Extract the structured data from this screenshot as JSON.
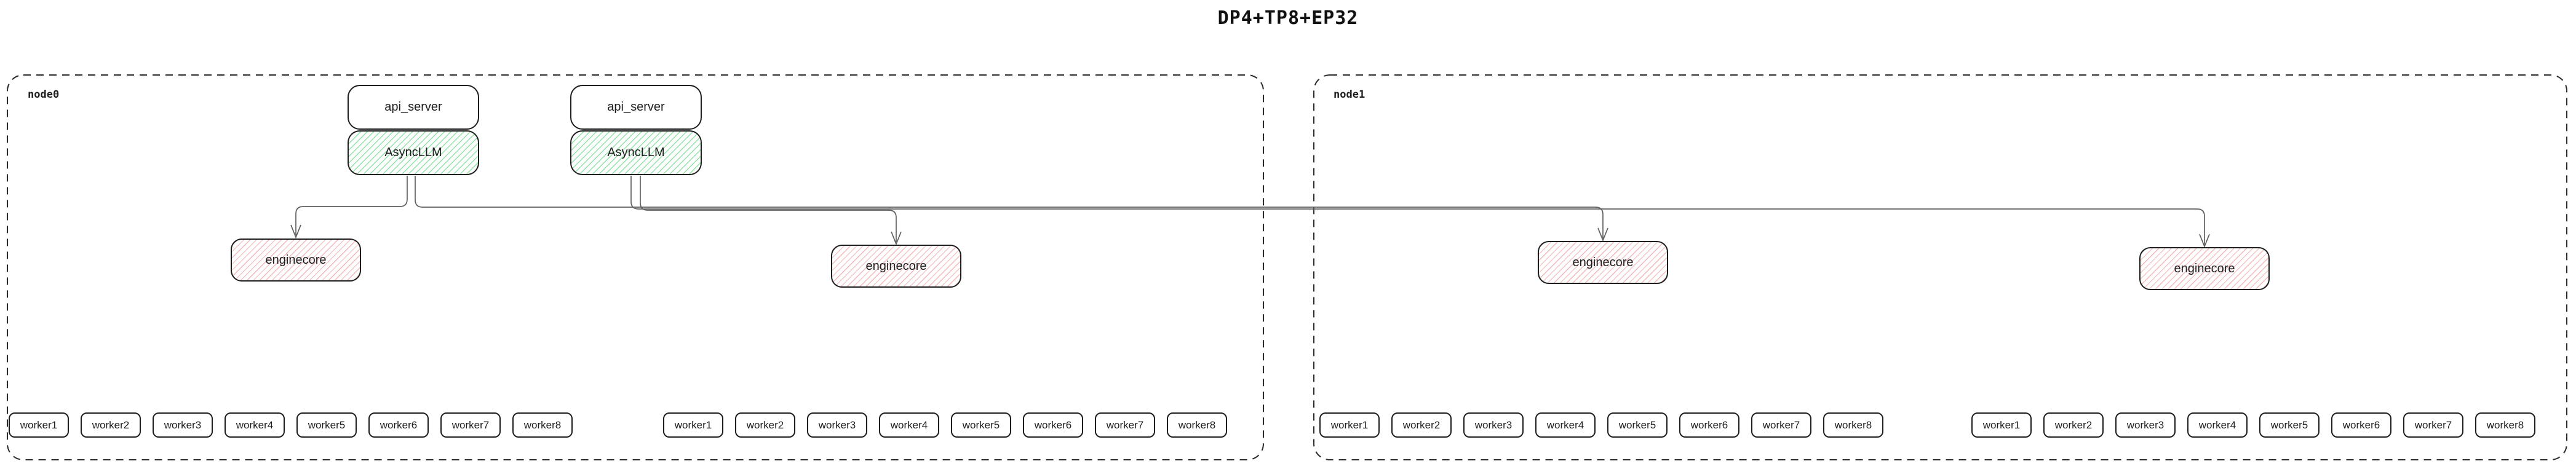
{
  "title": "DP4+TP8+EP32",
  "diagram_type": "distributed-llm-architecture",
  "colors": {
    "background": "#ffffff",
    "box_stroke": "#1e1e1e",
    "node_frame_stroke": "#2a2a2a",
    "connector": "#606060",
    "asyncllm_hatch": "#8fe3a4",
    "enginecore_hatch": "#f5b6b6"
  },
  "nodes": [
    {
      "label": "node0",
      "stacks": [
        {
          "api_server": "api_server",
          "async_llm": "AsyncLLM"
        },
        {
          "api_server": "api_server",
          "async_llm": "AsyncLLM"
        }
      ],
      "enginecores": [
        "enginecore",
        "enginecore"
      ],
      "worker_groups": [
        [
          "worker1",
          "worker2",
          "worker3",
          "worker4",
          "worker5",
          "worker6",
          "worker7",
          "worker8"
        ],
        [
          "worker1",
          "worker2",
          "worker3",
          "worker4",
          "worker5",
          "worker6",
          "worker7",
          "worker8"
        ]
      ]
    },
    {
      "label": "node1",
      "stacks": [],
      "enginecores": [
        "enginecore",
        "enginecore"
      ],
      "worker_groups": [
        [
          "worker1",
          "worker2",
          "worker3",
          "worker4",
          "worker5",
          "worker6",
          "worker7",
          "worker8"
        ],
        [
          "worker1",
          "worker2",
          "worker3",
          "worker4",
          "worker5",
          "worker6",
          "worker7",
          "worker8"
        ]
      ]
    }
  ],
  "edges": [
    {
      "from": "node0-asyncllm-0",
      "to": "node0-enginecore-0"
    },
    {
      "from": "node0-asyncllm-0",
      "to": "node1-enginecore-0"
    },
    {
      "from": "node0-asyncllm-1",
      "to": "node0-enginecore-1"
    },
    {
      "from": "node0-asyncllm-1",
      "to": "node1-enginecore-1"
    }
  ]
}
